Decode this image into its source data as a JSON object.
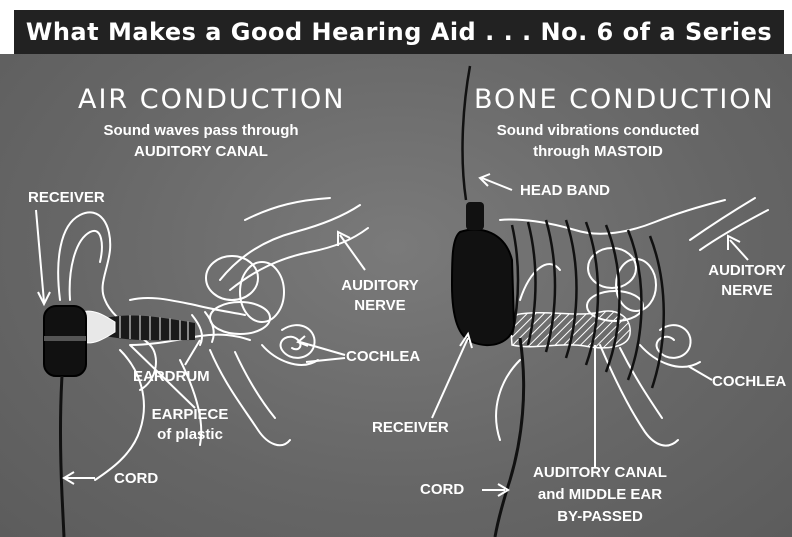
{
  "banner": {
    "title": "What Makes a Good Hearing Aid . . . No. 6 of a Series"
  },
  "air": {
    "title": "AIR CONDUCTION",
    "subtitle_1": "Sound waves pass through",
    "subtitle_2": "AUDITORY CANAL",
    "labels": {
      "receiver": "RECEIVER",
      "auditory_nerve_1": "AUDITORY",
      "auditory_nerve_2": "NERVE",
      "cochlea": "COCHLEA",
      "eardrum": "EARDRUM",
      "earpiece_1": "EARPIECE",
      "earpiece_2": "of plastic",
      "cord": "CORD"
    }
  },
  "bone": {
    "title": "BONE CONDUCTION",
    "subtitle_1": "Sound vibrations conducted",
    "subtitle_2": "through MASTOID",
    "labels": {
      "head_band": "HEAD BAND",
      "auditory_nerve_1": "AUDITORY",
      "auditory_nerve_2": "NERVE",
      "cochlea": "COCHLEA",
      "receiver": "RECEIVER",
      "cord": "CORD",
      "bypassed_1": "AUDITORY CANAL",
      "bypassed_2": "and MIDDLE EAR",
      "bypassed_3": "BY-PASSED"
    }
  },
  "colors": {
    "background": "#6e6e6e",
    "banner": "#222222",
    "ink": "#ffffff",
    "device": "#111111"
  }
}
